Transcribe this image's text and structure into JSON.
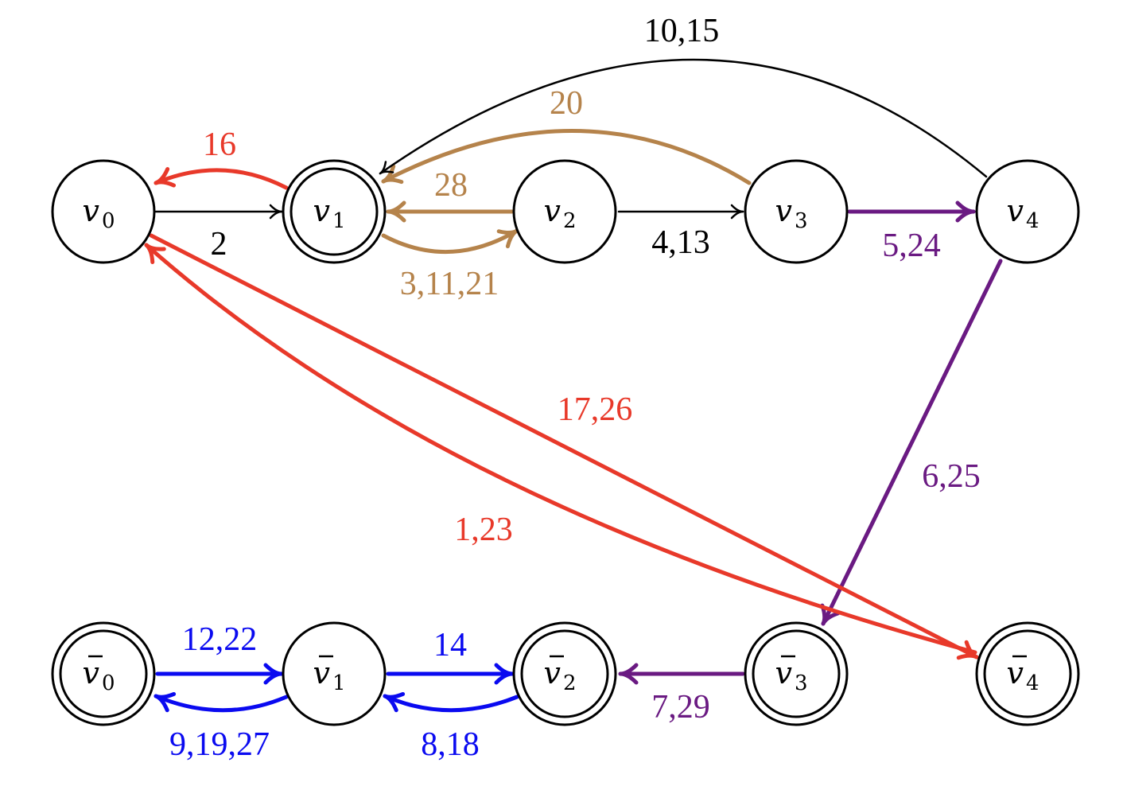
{
  "colors": {
    "black": "#000000",
    "red": "#e8392a",
    "brown": "#b5834b",
    "purple": "#6a1a82",
    "blue": "#0a0af0"
  },
  "nodes": [
    {
      "id": "v0",
      "base": "v",
      "sub": "0",
      "bar": false,
      "accepting": false
    },
    {
      "id": "v1",
      "base": "v",
      "sub": "1",
      "bar": false,
      "accepting": true
    },
    {
      "id": "v2",
      "base": "v",
      "sub": "2",
      "bar": false,
      "accepting": false
    },
    {
      "id": "v3",
      "base": "v",
      "sub": "3",
      "bar": false,
      "accepting": false
    },
    {
      "id": "v4",
      "base": "v",
      "sub": "4",
      "bar": false,
      "accepting": false
    },
    {
      "id": "vb0",
      "base": "v",
      "sub": "0",
      "bar": true,
      "accepting": true
    },
    {
      "id": "vb1",
      "base": "v",
      "sub": "1",
      "bar": true,
      "accepting": false
    },
    {
      "id": "vb2",
      "base": "v",
      "sub": "2",
      "bar": true,
      "accepting": true
    },
    {
      "id": "vb3",
      "base": "v",
      "sub": "3",
      "bar": true,
      "accepting": true
    },
    {
      "id": "vb4",
      "base": "v",
      "sub": "4",
      "bar": true,
      "accepting": true
    }
  ],
  "edges": [
    {
      "id": "v0-v1",
      "from": "v0",
      "to": "v1",
      "label": "2",
      "color": "black",
      "weight": "thin"
    },
    {
      "id": "v1-v0",
      "from": "v1",
      "to": "v0",
      "label": "16",
      "color": "red",
      "weight": "thick"
    },
    {
      "id": "v2-v1",
      "from": "v2",
      "to": "v1",
      "label": "28",
      "color": "brown",
      "weight": "thick"
    },
    {
      "id": "v1-v2",
      "from": "v1",
      "to": "v2",
      "label": "3,11,21",
      "color": "brown",
      "weight": "thick"
    },
    {
      "id": "v3-v1",
      "from": "v3",
      "to": "v1",
      "label": "20",
      "color": "brown",
      "weight": "thick"
    },
    {
      "id": "v4-v1",
      "from": "v4",
      "to": "v1",
      "label": "10,15",
      "color": "black",
      "weight": "thin"
    },
    {
      "id": "v2-v3",
      "from": "v2",
      "to": "v3",
      "label": "4,13",
      "color": "black",
      "weight": "thin"
    },
    {
      "id": "v3-v4",
      "from": "v3",
      "to": "v4",
      "label": "5,24",
      "color": "purple",
      "weight": "thick"
    },
    {
      "id": "v4-vb3",
      "from": "v4",
      "to": "vb3",
      "label": "6,25",
      "color": "purple",
      "weight": "thick"
    },
    {
      "id": "v0-vb4",
      "from": "v0",
      "to": "vb4",
      "label": "17,26",
      "color": "red",
      "weight": "thick"
    },
    {
      "id": "vb4-v0",
      "from": "vb4",
      "to": "v0",
      "label": "1,23",
      "color": "red",
      "weight": "thick"
    },
    {
      "id": "vb0-vb1",
      "from": "vb0",
      "to": "vb1",
      "label": "12,22",
      "color": "blue",
      "weight": "thick"
    },
    {
      "id": "vb1-vb0",
      "from": "vb1",
      "to": "vb0",
      "label": "9,19,27",
      "color": "blue",
      "weight": "thick"
    },
    {
      "id": "vb1-vb2",
      "from": "vb1",
      "to": "vb2",
      "label": "14",
      "color": "blue",
      "weight": "thick"
    },
    {
      "id": "vb2-vb1",
      "from": "vb2",
      "to": "vb1",
      "label": "8,18",
      "color": "blue",
      "weight": "thick"
    },
    {
      "id": "vb3-vb2",
      "from": "vb3",
      "to": "vb2",
      "label": "7,29",
      "color": "purple",
      "weight": "thick"
    }
  ]
}
